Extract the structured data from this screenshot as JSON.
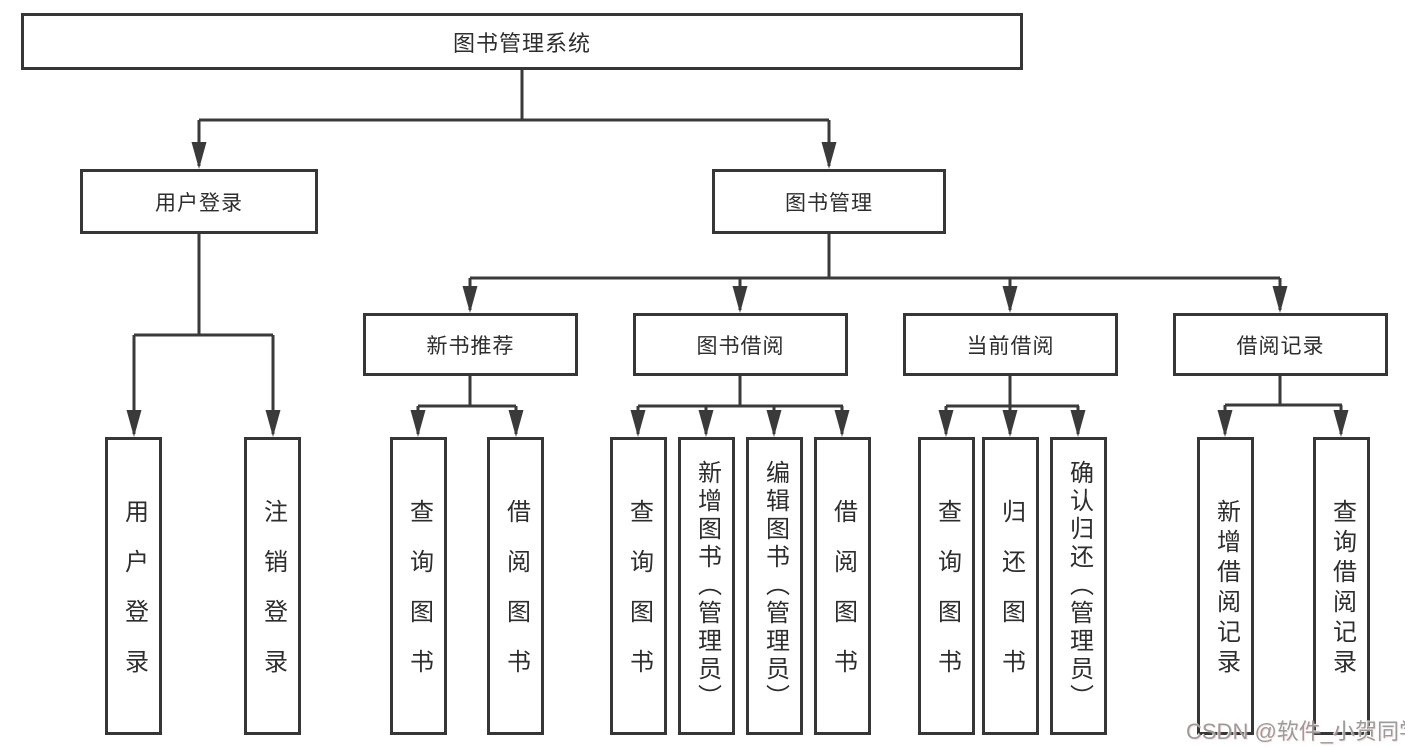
{
  "title": "图书管理系统",
  "branches": [
    {
      "label": "用户登录",
      "children": [
        {
          "label": "用户登录"
        },
        {
          "label": "注销登录"
        }
      ]
    },
    {
      "label": "图书管理",
      "children": [
        {
          "label": "新书推荐",
          "children": [
            {
              "label": "查询图书"
            },
            {
              "label": "借阅图书"
            }
          ]
        },
        {
          "label": "图书借阅",
          "children": [
            {
              "label": "查询图书"
            },
            {
              "label": "新增图书（管理员）"
            },
            {
              "label": "编辑图书（管理员）"
            },
            {
              "label": "借阅图书"
            }
          ]
        },
        {
          "label": "当前借阅",
          "children": [
            {
              "label": "查询图书"
            },
            {
              "label": "归还图书"
            },
            {
              "label": "确认归还（管理员）"
            }
          ]
        },
        {
          "label": "借阅记录",
          "children": [
            {
              "label": "新增借阅记录"
            },
            {
              "label": "查询借阅记录"
            }
          ]
        }
      ]
    }
  ],
  "watermark": {
    "text": "CSDN @软件_小贺同学"
  },
  "colors": {
    "box_border": "#363636",
    "line": "#3a3a3a",
    "text": "#2d2d2d",
    "watermark_text": "#9b9b9b",
    "background": "#ffffff"
  }
}
